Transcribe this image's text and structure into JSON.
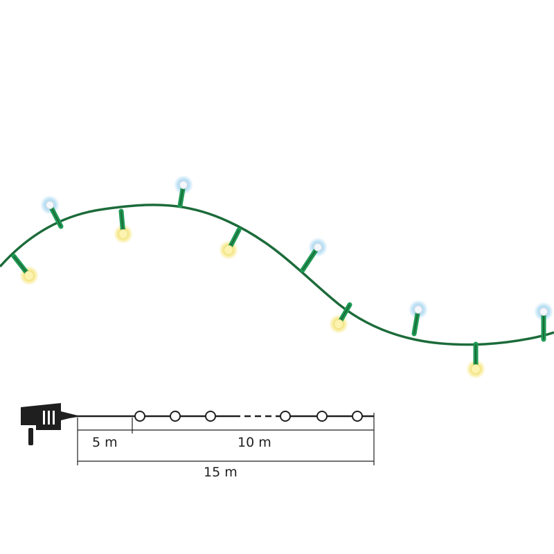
{
  "diagram": {
    "colors": {
      "cable": "#1c6b3a",
      "socket": "#1f9a55",
      "warm_bulb": "#fdf3b0",
      "warm_glow": "#f3e27a",
      "cold_bulb": "#f4f7fb",
      "cold_glow": "#9fd0ee",
      "line": "#1f1f1f"
    },
    "bulbs": [
      {
        "type": "warm"
      },
      {
        "type": "cold"
      },
      {
        "type": "warm"
      },
      {
        "type": "cold"
      },
      {
        "type": "warm"
      },
      {
        "type": "cold"
      },
      {
        "type": "warm"
      },
      {
        "type": "cold"
      },
      {
        "type": "warm"
      },
      {
        "type": "cold"
      }
    ],
    "schematic": {
      "plug_icon": "power-adapter-icon",
      "lead_length": "5 m",
      "lit_length": "10 m",
      "total_length": "15 m"
    }
  }
}
